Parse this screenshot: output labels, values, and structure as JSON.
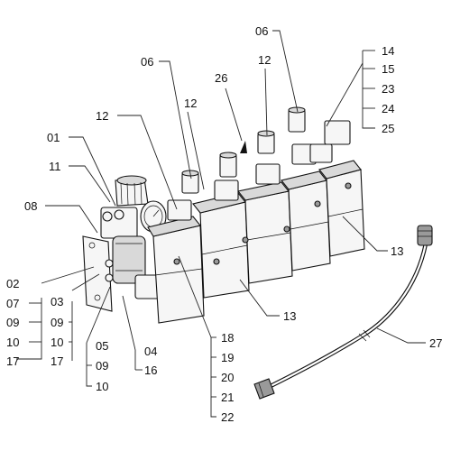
{
  "labels": {
    "l01": "01",
    "l11": "11",
    "l08": "08",
    "l02": "02",
    "l07": "07",
    "l09a": "09",
    "l10a": "10",
    "l17a": "17",
    "l03": "03",
    "l09b": "09",
    "l10b": "10",
    "l17b": "17",
    "l05": "05",
    "l09c": "09",
    "l10c": "10",
    "l04": "04",
    "l16": "16",
    "l12a": "12",
    "l06a": "06",
    "l12b": "12",
    "l26": "26",
    "l12c": "12",
    "l06b": "06",
    "l14": "14",
    "l15": "15",
    "l23": "23",
    "l24": "24",
    "l25": "25",
    "l13a": "13",
    "l13b": "13",
    "l18": "18",
    "l19": "19",
    "l20": "20",
    "l21": "21",
    "l22": "22",
    "l27": "27"
  }
}
